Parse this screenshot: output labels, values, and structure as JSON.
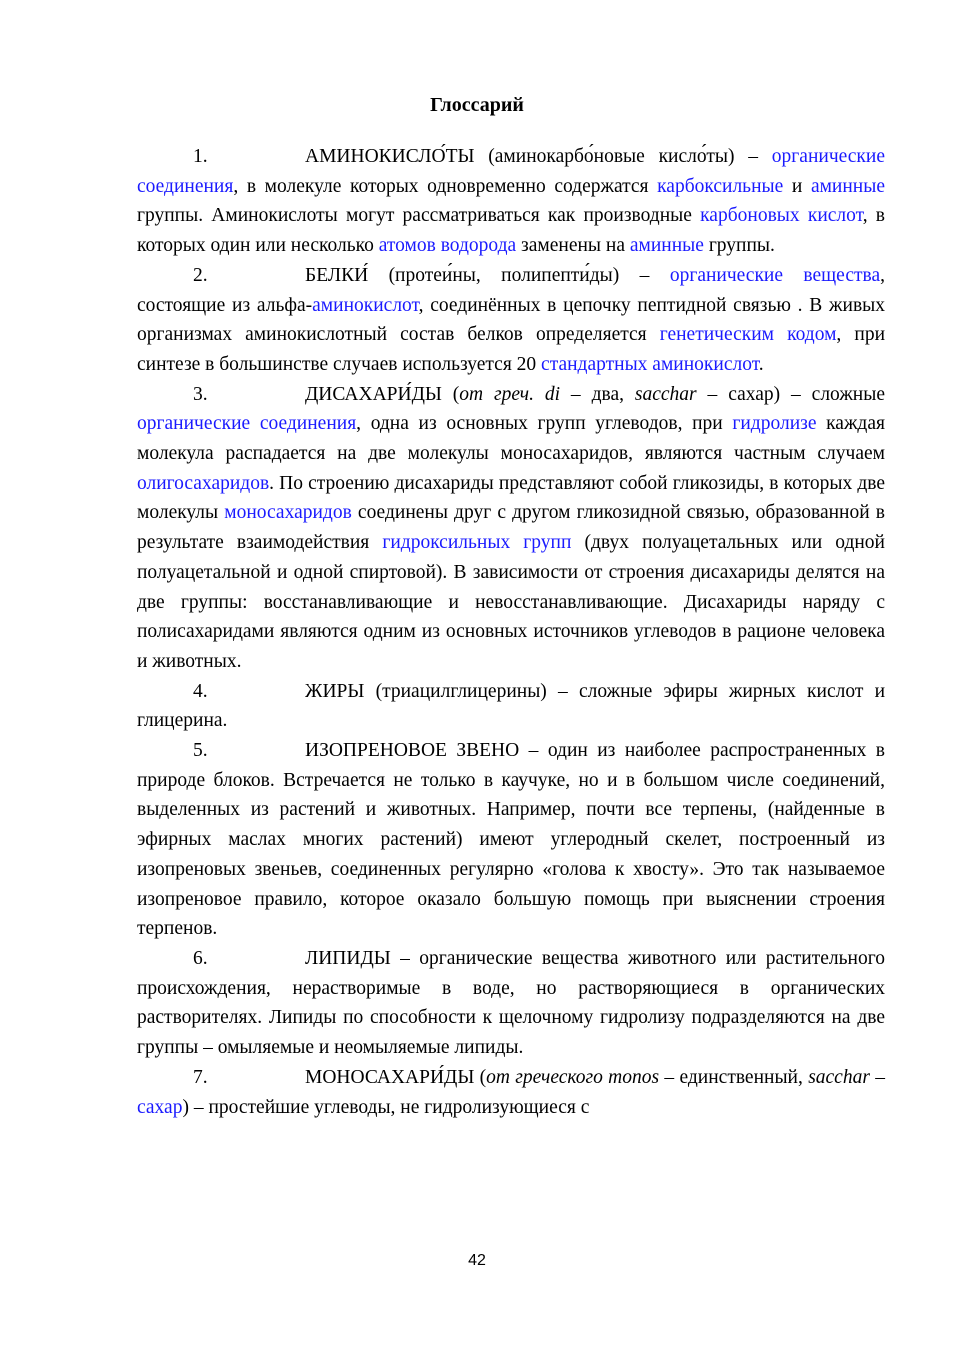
{
  "title": "Глоссарий",
  "entries": [
    {
      "num": "1.",
      "parts": [
        {
          "t": "АМИНОКИСЛО́ТЫ (аминокарбо́новые кисло́ты) – "
        },
        {
          "t": "органические соединения",
          "link": true
        },
        {
          "t": ", в молекуле которых одновременно содержатся "
        },
        {
          "t": "карбоксильные",
          "link": true
        },
        {
          "t": " и "
        },
        {
          "t": "аминные",
          "link": true
        },
        {
          "t": " группы. Аминокислоты могут рассматриваться как производные "
        },
        {
          "t": "карбоновых кислот",
          "link": true
        },
        {
          "t": ", в которых один или несколько "
        },
        {
          "t": "атомов водорода",
          "link": true
        },
        {
          "t": " заменены на "
        },
        {
          "t": "аминные",
          "link": true
        },
        {
          "t": " группы."
        }
      ]
    },
    {
      "num": "2.",
      "parts": [
        {
          "t": "БЕЛКИ́ (протеи́ны, полипепти́ды) – "
        },
        {
          "t": "органические вещества",
          "link": true
        },
        {
          "t": ", состоящие из альфа-"
        },
        {
          "t": "аминокислот",
          "link": true
        },
        {
          "t": ", соединённых в цепочку пептидной связью . В живых организмах аминокислотный состав белков определяется "
        },
        {
          "t": "генетическим кодом",
          "link": true
        },
        {
          "t": ", при синтезе в большинстве случаев используется 20 "
        },
        {
          "t": "стандартных аминокислот",
          "link": true
        },
        {
          "t": "."
        }
      ]
    },
    {
      "num": "3.",
      "parts": [
        {
          "t": "ДИСАХАРИ́ДЫ ("
        },
        {
          "t": "от греч. di",
          "italic": true
        },
        {
          "t": " – два, "
        },
        {
          "t": "sacchar",
          "italic": true
        },
        {
          "t": " – сахар) – сложные "
        },
        {
          "t": "органические соединения",
          "link": true
        },
        {
          "t": ", одна из основных групп углеводов, при "
        },
        {
          "t": "гидролизе",
          "link": true
        },
        {
          "t": " каждая молекула распадается на две молекулы моносахаридов, являются частным случаем "
        },
        {
          "t": "олигосахаридов",
          "link": true
        },
        {
          "t": ". По строению дисахариды представляют собой гликозиды, в которых две молекулы "
        },
        {
          "t": "моносахаридов",
          "link": true
        },
        {
          "t": " соединены друг с другом гликозидной связью, образованной в результате взаимодействия "
        },
        {
          "t": "гидроксильных групп",
          "link": true
        },
        {
          "t": " (двух полуацетальных или одной полуацетальной и одной спиртовой). В зависимости от строения дисахариды делятся на две группы: восстанавливающие и невосстанавливающие. Дисахариды наряду с полисахаридами являются одним из основных источников углеводов в рационе человека и животных."
        }
      ]
    },
    {
      "num": "4.",
      "parts": [
        {
          "t": "ЖИРЫ (триацилглицерины) – сложные эфиры жирных кислот и глицерина."
        }
      ]
    },
    {
      "num": "5.",
      "parts": [
        {
          "t": "ИЗОПРЕНОВОЕ ЗВЕНО – один из наиболее распространенных в природе блоков. Встречается не только в каучуке, но и в большом числе соединений, выделенных из растений и животных. Например, почти все терпены, (найденные в эфирных маслах многих растений) имеют углеродный скелет, построенный из изопреновых звеньев, соединенных регулярно «голова к хвосту». Это так называемое изопреновое правило, которое оказало большую помощь при выяснении строения терпенов."
        }
      ]
    },
    {
      "num": "6.",
      "parts": [
        {
          "t": "ЛИПИДЫ – органические вещества животного или растительного происхождения, нерастворимые в воде, но растворяющиеся в органических растворителях. Липиды по способности к щелочному гидролизу подразделяются на две группы – омыляемые и неомыляемые липиды."
        }
      ]
    },
    {
      "num": "7.",
      "parts": [
        {
          "t": "МОНОСАХАРИ́ДЫ ("
        },
        {
          "t": "от греческого monos",
          "italic": true
        },
        {
          "t": " – единственный, "
        },
        {
          "t": "sacchar",
          "italic": true
        },
        {
          "t": " – "
        },
        {
          "t": "сахар",
          "link": true
        },
        {
          "t": ") – простейшие углеводы, не гидролизующиеся с"
        }
      ]
    }
  ],
  "page_number": "42",
  "colors": {
    "link": "#1a1aff",
    "text": "#000000"
  }
}
